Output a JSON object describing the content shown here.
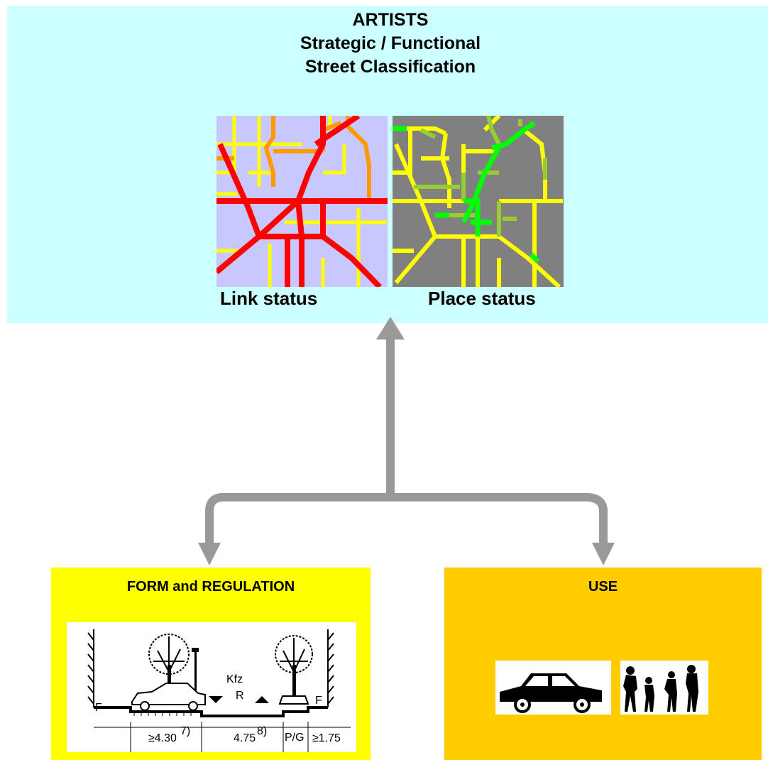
{
  "header": {
    "title_lines": [
      "ARTISTS",
      "Strategic / Functional",
      "Street Classification"
    ]
  },
  "maps": {
    "link": {
      "label": "Link status"
    },
    "place": {
      "label": "Place status"
    }
  },
  "form_box": {
    "title": "FORM and REGULATION",
    "section_labels": {
      "facade_left": "F",
      "facade_right": "F",
      "kfz": "Kfz",
      "r": "R",
      "dim1": "≥4.30",
      "dim1_sup": "7)",
      "dim2": "4.75",
      "dim2_sup": "8)",
      "dim3": "P/G",
      "dim4": "≥1.75"
    }
  },
  "use_box": {
    "title": "USE"
  },
  "colors": {
    "top_panel": "#ccffff",
    "form_panel": "#ffff00",
    "use_panel": "#ffcc00",
    "arrow": "#999999",
    "link_map_bg": "#c8c8ff",
    "place_map_bg": "#808080"
  },
  "icons": [
    "car-icon",
    "human-evolution-icon",
    "street-cross-section-illustration"
  ]
}
